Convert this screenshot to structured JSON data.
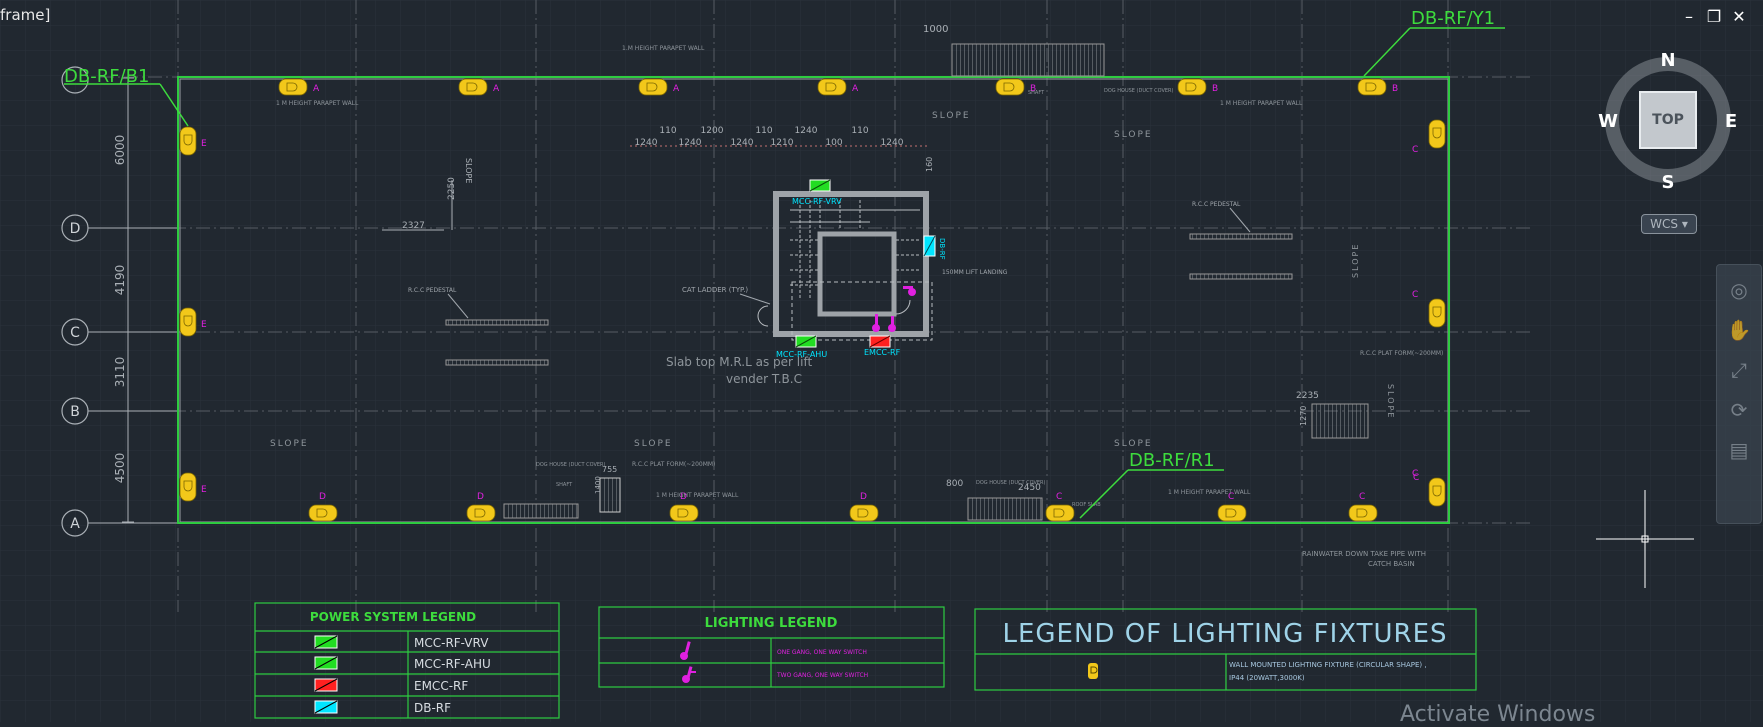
{
  "window": {
    "title_fragment": "frame]",
    "controls": [
      "–",
      "❐",
      "✕"
    ],
    "watermark": "Activate Windows"
  },
  "viewcube": {
    "north": "N",
    "south": "S",
    "east": "E",
    "west": "W",
    "face": "TOP",
    "ucs_label": "WCS"
  },
  "navbar": {
    "tools": [
      "pan-icon",
      "orbit-icon",
      "zoom-icon",
      "showmotion-icon"
    ]
  },
  "grid_bubbles": [
    "D",
    "C",
    "B",
    "A"
  ],
  "dimensions": {
    "left": [
      "6000",
      "4190",
      "3110",
      "4500"
    ],
    "top_run": [
      "1240",
      "110",
      "1240",
      "1200",
      "1240",
      "110",
      "1210",
      "1240",
      "100",
      "110",
      "1240"
    ],
    "misc": [
      "1000",
      "2327",
      "2250",
      "160",
      "755",
      "1400",
      "800",
      "2450",
      "2235",
      "1270"
    ]
  },
  "panels": {
    "db_rf_b1": "DB-RF/B1",
    "db_rf_y1": "DB-RF/Y1",
    "db_rf_r1": "DB-RF/R1",
    "mcc_rf_vrv": "MCC-RF-VRV",
    "mcc_rf_ahu": "MCC-RF-AHU",
    "emcc_rf": "EMCC-RF",
    "db_rf_small": "DB-RF"
  },
  "fixture_circuits": {
    "top": [
      "A",
      "A",
      "A",
      "A",
      "B",
      "B",
      "B"
    ],
    "left": [
      "E",
      "E",
      "E"
    ],
    "right": [
      "C",
      "C",
      "C",
      "C"
    ],
    "bottom": [
      "D",
      "D",
      "D",
      "D",
      "C",
      "C",
      "C"
    ]
  },
  "notes": {
    "parapet_top_center": "1.M HEIGHT PARAPET WALL",
    "parapet_top_left": "1 M HEIGHT PARAPET WALL",
    "parapet_top_right": "1 M HEIGHT PARAPET WALL",
    "parapet_bottom_center": "1 M HEIGHT PARAPET WALL",
    "parapet_bottom_right": "1 M HEIGHT PARAPET WALL",
    "dog_house_top": "DOG HOUSE (DUCT COVER)",
    "dog_house_bottom_left": "DOG HOUSE (DUCT COVER)",
    "dog_house_bottom_right": "DOG HOUSE (DUCT COVER)",
    "shaft": "SHAFT",
    "slope": "SLOPE",
    "rcc_pedestal_left": "R.C.C PEDESTAL",
    "rcc_pedestal_right": "R.C.C PEDESTAL",
    "cat_ladder": "CAT LADDER (TYP.)",
    "slab_top_1": "Slab top M.R.L as per lift",
    "slab_top_2": "vender T.B.C",
    "lift_landing": "150MM LIFT LANDING",
    "rcc_plat_bottom": "R.C.C PLAT FORM(~200MM)",
    "rcc_plat_right": "R.C.C PLAT FORM(~200MM)",
    "rainwater_1": "RAINWATER DOWN TAKE PIPE WITH",
    "rainwater_2": "CATCH BASIN",
    "roof_slab": "ROOF SLAB"
  },
  "power_legend": {
    "title": "POWER SYSTEM LEGEND",
    "rows": [
      {
        "label": "MCC-RF-VRV",
        "color": "#22dd22"
      },
      {
        "label": "MCC-RF-AHU",
        "color": "#22dd22"
      },
      {
        "label": "EMCC-RF",
        "color": "#ff2020"
      },
      {
        "label": "DB-RF",
        "color": "#00e5ff"
      }
    ]
  },
  "lighting_legend": {
    "title": "LIGHTING LEGEND",
    "rows": [
      {
        "label": "ONE GANG, ONE WAY SWITCH"
      },
      {
        "label": "TWO GANG, ONE WAY SWITCH"
      }
    ]
  },
  "fixtures_legend": {
    "title": "LEGEND OF LIGHTING FIXTURES",
    "desc_1": "WALL MOUNTED LIGHTING FIXTURE (CIRCULAR SHAPE) ,",
    "desc_2": "IP44 (20WATT,3000K)"
  },
  "colors": {
    "background": "#212830",
    "boundary": "#2ecc40",
    "fixture": "#f2c81a",
    "circuit": "#e020e0",
    "label_green": "#3ddc3d",
    "cyan": "#00e5ff"
  }
}
